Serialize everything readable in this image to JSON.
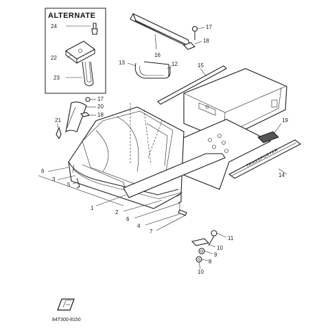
{
  "alternate_box": {
    "title": "ALTERNATE"
  },
  "callouts": {
    "c1": "1",
    "c2": "2",
    "c3": "3",
    "c4": "4",
    "c5": "5",
    "c6a": "6",
    "c6b": "6",
    "c7": "7",
    "c8": "8",
    "c9": "9",
    "c10a": "10",
    "c10b": "10",
    "c11": "11",
    "c12": "12",
    "c13": "13",
    "c14": "14",
    "c15": "15",
    "c16": "16",
    "c17a": "17",
    "c17b": "17",
    "c18a": "18",
    "c18b": "18",
    "c19": "19",
    "c20": "20",
    "c21": "21",
    "c22": "22",
    "c23": "23",
    "c24": "24"
  },
  "decal_text": "TRANSPORTER",
  "drawing_code": "84T300-8150"
}
